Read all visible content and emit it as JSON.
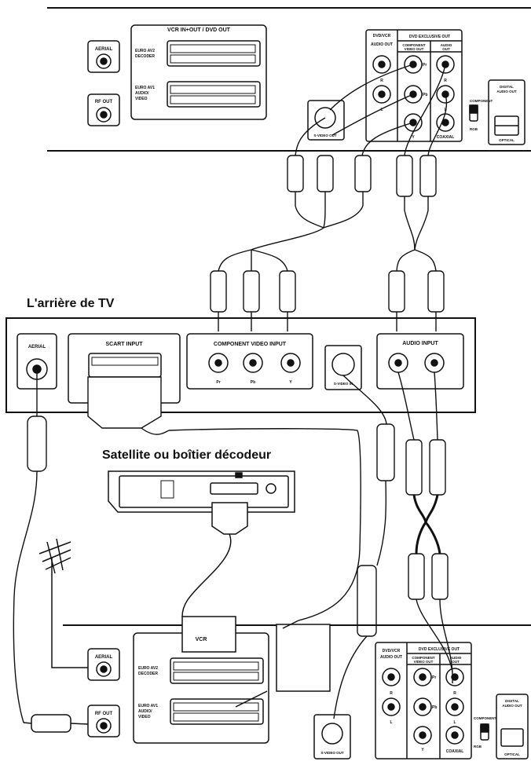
{
  "headings": {
    "tv_rear": "L'arrière de TV",
    "decoder": "Satellite ou boîtier décodeur"
  },
  "player_top": {
    "panel_title": "VCR IN+OUT / DVD OUT",
    "aerial": "AERIAL",
    "rf_out": "RF OUT",
    "euro_av2": [
      "EURO AV2",
      "DECODER"
    ],
    "euro_av1": [
      "EURO AV1",
      "AUDIO/",
      "VIDEO"
    ],
    "dvd_vcr_audio_out": [
      "DVD/VCR",
      "AUDIO OUT"
    ],
    "dvd_exclusive_out": "DVD EXCLUSIVE OUT",
    "component_video_out": [
      "COMPONENT",
      "VIDEO OUT"
    ],
    "audio_out": [
      "AUDIO",
      "OUT"
    ],
    "r": "R",
    "l": "L",
    "pr": "Pr",
    "pb": "Pb",
    "y": "Y",
    "svideo_out": "S-VIDEO OUT",
    "coaxial": "COAXIAL",
    "component": "COMPONENT",
    "rgb": "RGB",
    "digital_audio_out": [
      "DIGITAL",
      "AUDIO OUT"
    ],
    "optical": "OPTICAL"
  },
  "tv": {
    "aerial": "AERIAL",
    "scart_input": "SCART INPUT",
    "component_video_input": "COMPONENT VIDEO INPUT",
    "pr": "Pr",
    "pb": "Pb",
    "y": "Y",
    "svideo_in": "S-VIDEO IN",
    "audio_input": "AUDIO INPUT"
  },
  "player_bottom": {
    "panel_title": "VCR",
    "aerial": "AERIAL",
    "rf_out": "RF OUT",
    "euro_av2": [
      "EURO AV2",
      "DECODER"
    ],
    "euro_av1": [
      "EURO AV1",
      "AUDIO/",
      "VIDEO"
    ],
    "dvd_vcr_audio_out": [
      "DVD/VCR",
      "AUDIO OUT"
    ],
    "dvd_exclusive_out": "DVD EXCLUSIVE OUT",
    "component_video_out": [
      "COMPONENT",
      "VIDEO OUT"
    ],
    "audio_out": [
      "AUDIO",
      "OUT"
    ],
    "r": "R",
    "l": "L",
    "pr": "Pr",
    "pb": "Pb",
    "y": "Y",
    "svideo_out": "S-VIDEO OUT",
    "coaxial": "COAXIAL",
    "component": "COMPONENT",
    "rgb": "RGB",
    "digital_audio_out": [
      "DIGITAL",
      "AUDIO OUT"
    ],
    "optical": "OPTICAL"
  },
  "colors": {
    "ink": "#111111",
    "paper": "#ffffff",
    "grey": "#9a9a9a"
  }
}
